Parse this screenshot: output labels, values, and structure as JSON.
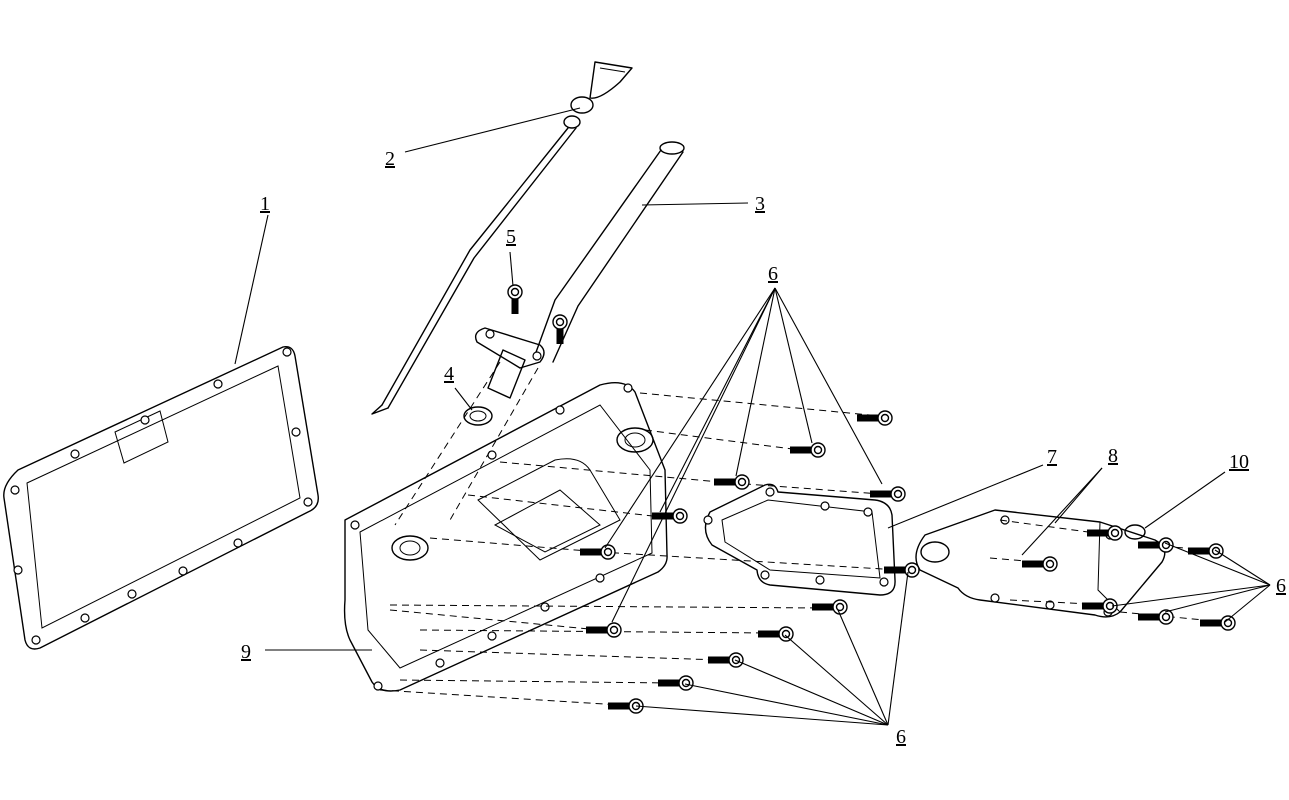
{
  "diagram": {
    "labels": {
      "part_1": "1",
      "part_2": "2",
      "part_3": "3",
      "part_4": "4",
      "part_5": "5",
      "part_6_top": "6",
      "part_6_bottom": "6",
      "part_6_right": "6",
      "part_7": "7",
      "part_8": "8",
      "part_9": "9",
      "part_10": "10"
    }
  }
}
